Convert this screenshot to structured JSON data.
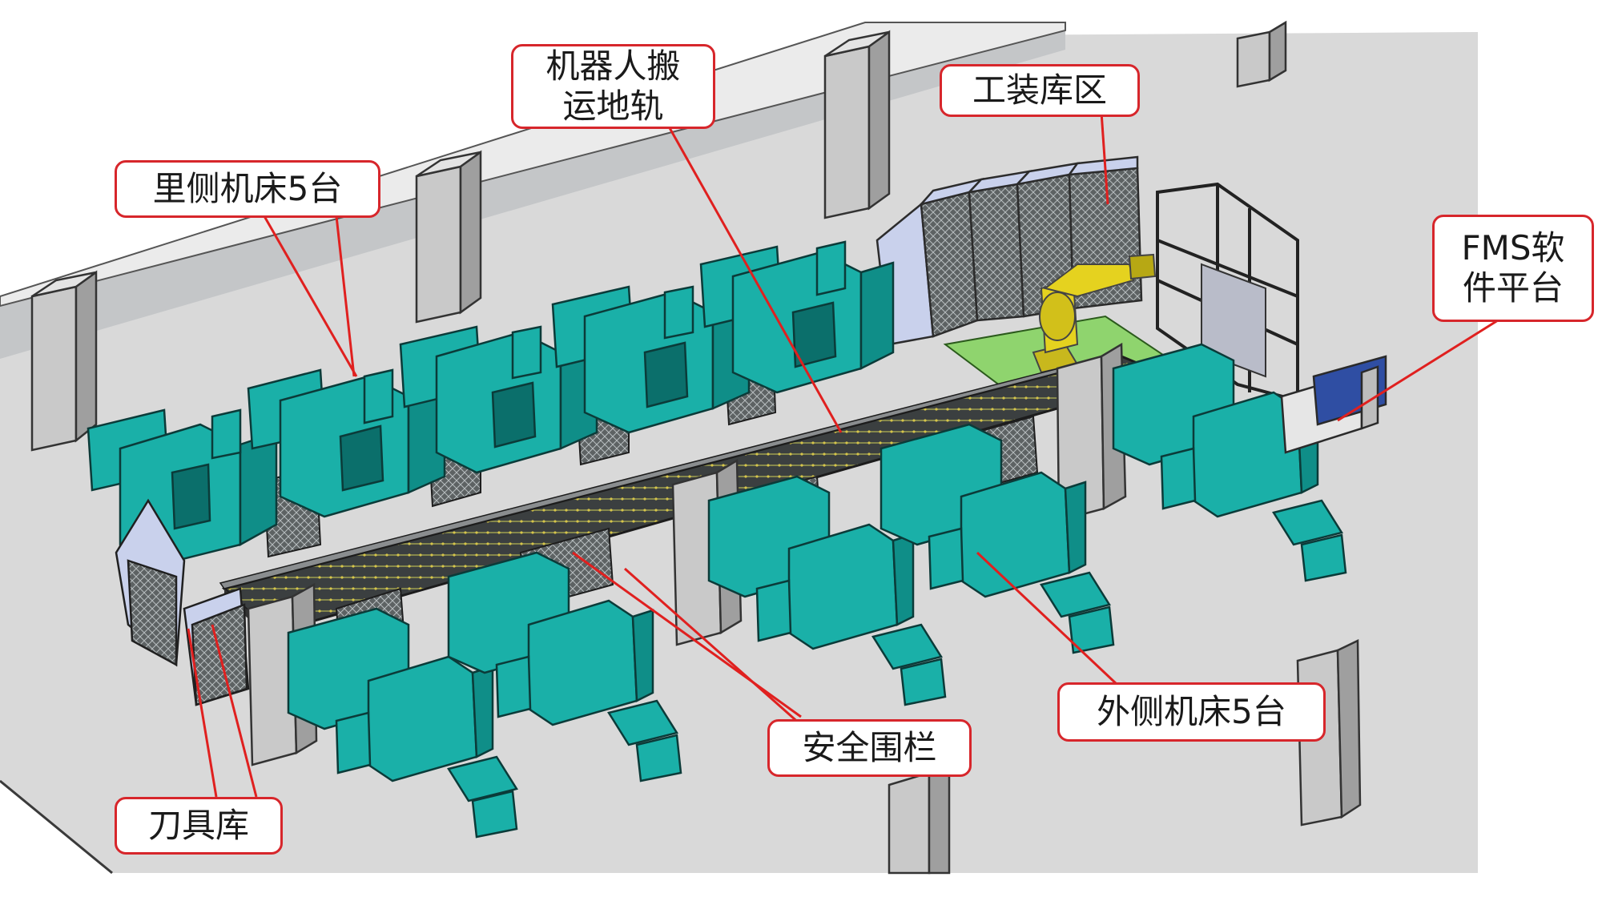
{
  "colors": {
    "machine": "#1ab0a8",
    "machine_dark": "#0c7d78",
    "callout_border": "#d7262b",
    "leader_line": "#e0201f",
    "floor": "#d9d9d9",
    "pillar": "#c8c8c8",
    "rack": "#c9d1ec",
    "robot": "#e5d21f",
    "platform": "#8fd46e"
  },
  "labels": {
    "robot_rail_line1": "机器人搬",
    "robot_rail_line2": "运地轨",
    "fixture_storage": "工装库区",
    "inner_machines": "里侧机床5台",
    "fms_line1": "FMS软",
    "fms_line2": "件平台",
    "outer_machines": "外侧机床5台",
    "safety_fence": "安全围栏",
    "tool_magazine": "刀具库"
  }
}
